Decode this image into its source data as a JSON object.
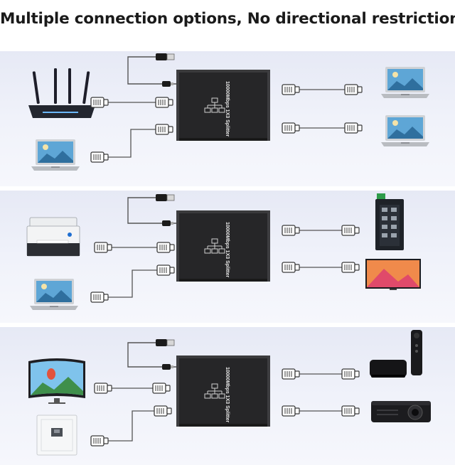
{
  "title": "Multiple connection options, No directional restrictions",
  "device_label": "10000Mbps 1X3 Splitter",
  "colors": {
    "background": "#ffffff",
    "panel": "#eceff8",
    "splitter_body": "#2a2a2c",
    "cable": "#555555",
    "connector": "#ffffff"
  },
  "scenarios": [
    {
      "inputs": [
        "router",
        "laptop"
      ],
      "outputs": [
        "laptop",
        "laptop"
      ]
    },
    {
      "inputs": [
        "printer",
        "laptop"
      ],
      "outputs": [
        "network-switch",
        "tv"
      ]
    },
    {
      "inputs": [
        "monitor",
        "wall-ethernet-port"
      ],
      "outputs": [
        "streaming-box-with-remote",
        "projector"
      ]
    }
  ]
}
